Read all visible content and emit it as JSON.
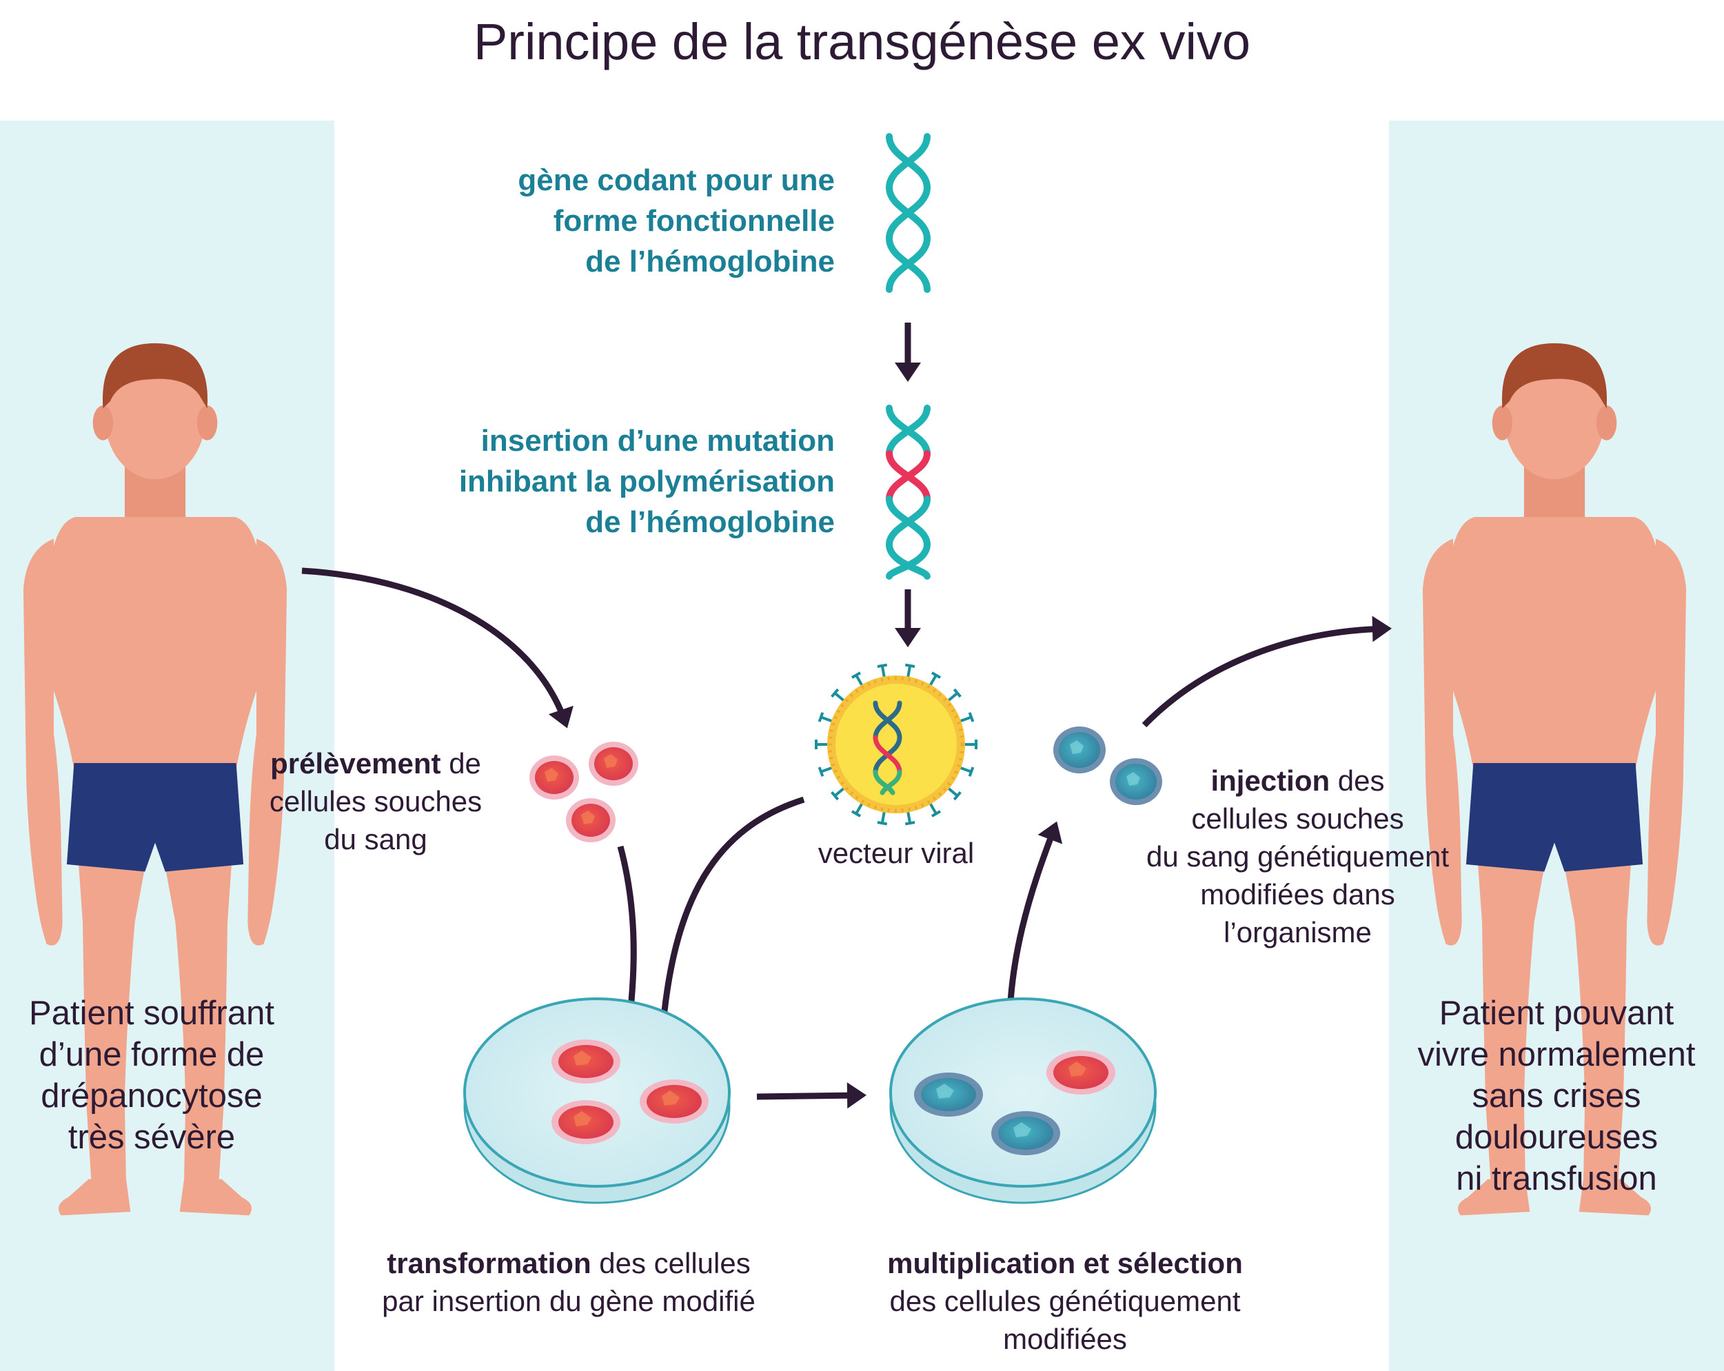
{
  "title": "Principe de la transgénèse ex vivo",
  "gene_label": [
    "gène codant pour une",
    "forme fonctionnelle",
    "de l’hémoglobine"
  ],
  "mutation_label": [
    "insertion d’une mutation",
    "inhibant la polymérisation",
    "de l’hémoglobine"
  ],
  "vector_label": "vecteur viral",
  "sampling": {
    "bold": "prélèvement",
    "rest1": " de",
    "line2": "cellules souches",
    "line3": "du sang"
  },
  "injection": {
    "bold": "injection",
    "rest1": " des",
    "line2": "cellules souches",
    "line3": "du sang génétiquement",
    "line4": "modifiées dans",
    "line5": "l’organisme"
  },
  "transformation": {
    "bold": "transformation",
    "rest1": " des cellules",
    "line2": "par insertion du gène modifié"
  },
  "multiplication": {
    "bold": "multiplication et sélection",
    "line2": "des cellules génétiquement",
    "line3": "modifiées"
  },
  "patient_left": [
    "Patient souffrant",
    "d’une forme de",
    "drépanocytose",
    "très sévère"
  ],
  "patient_right": [
    "Patient pouvant",
    "vivre normalement",
    "sans crises",
    "douloureuses",
    "ni transfusion"
  ],
  "colors": {
    "panel_bg": "#e1f4f5",
    "dna": "#1fb3b3",
    "mutation": "#e8335a",
    "arrow": "#2d1a35",
    "skin": "#f1a58c",
    "hair": "#a44b2e",
    "shorts": "#25397a",
    "red_cell": "#e2485a",
    "blue_cell": "#3c9aae",
    "virus": "#f9d740"
  }
}
